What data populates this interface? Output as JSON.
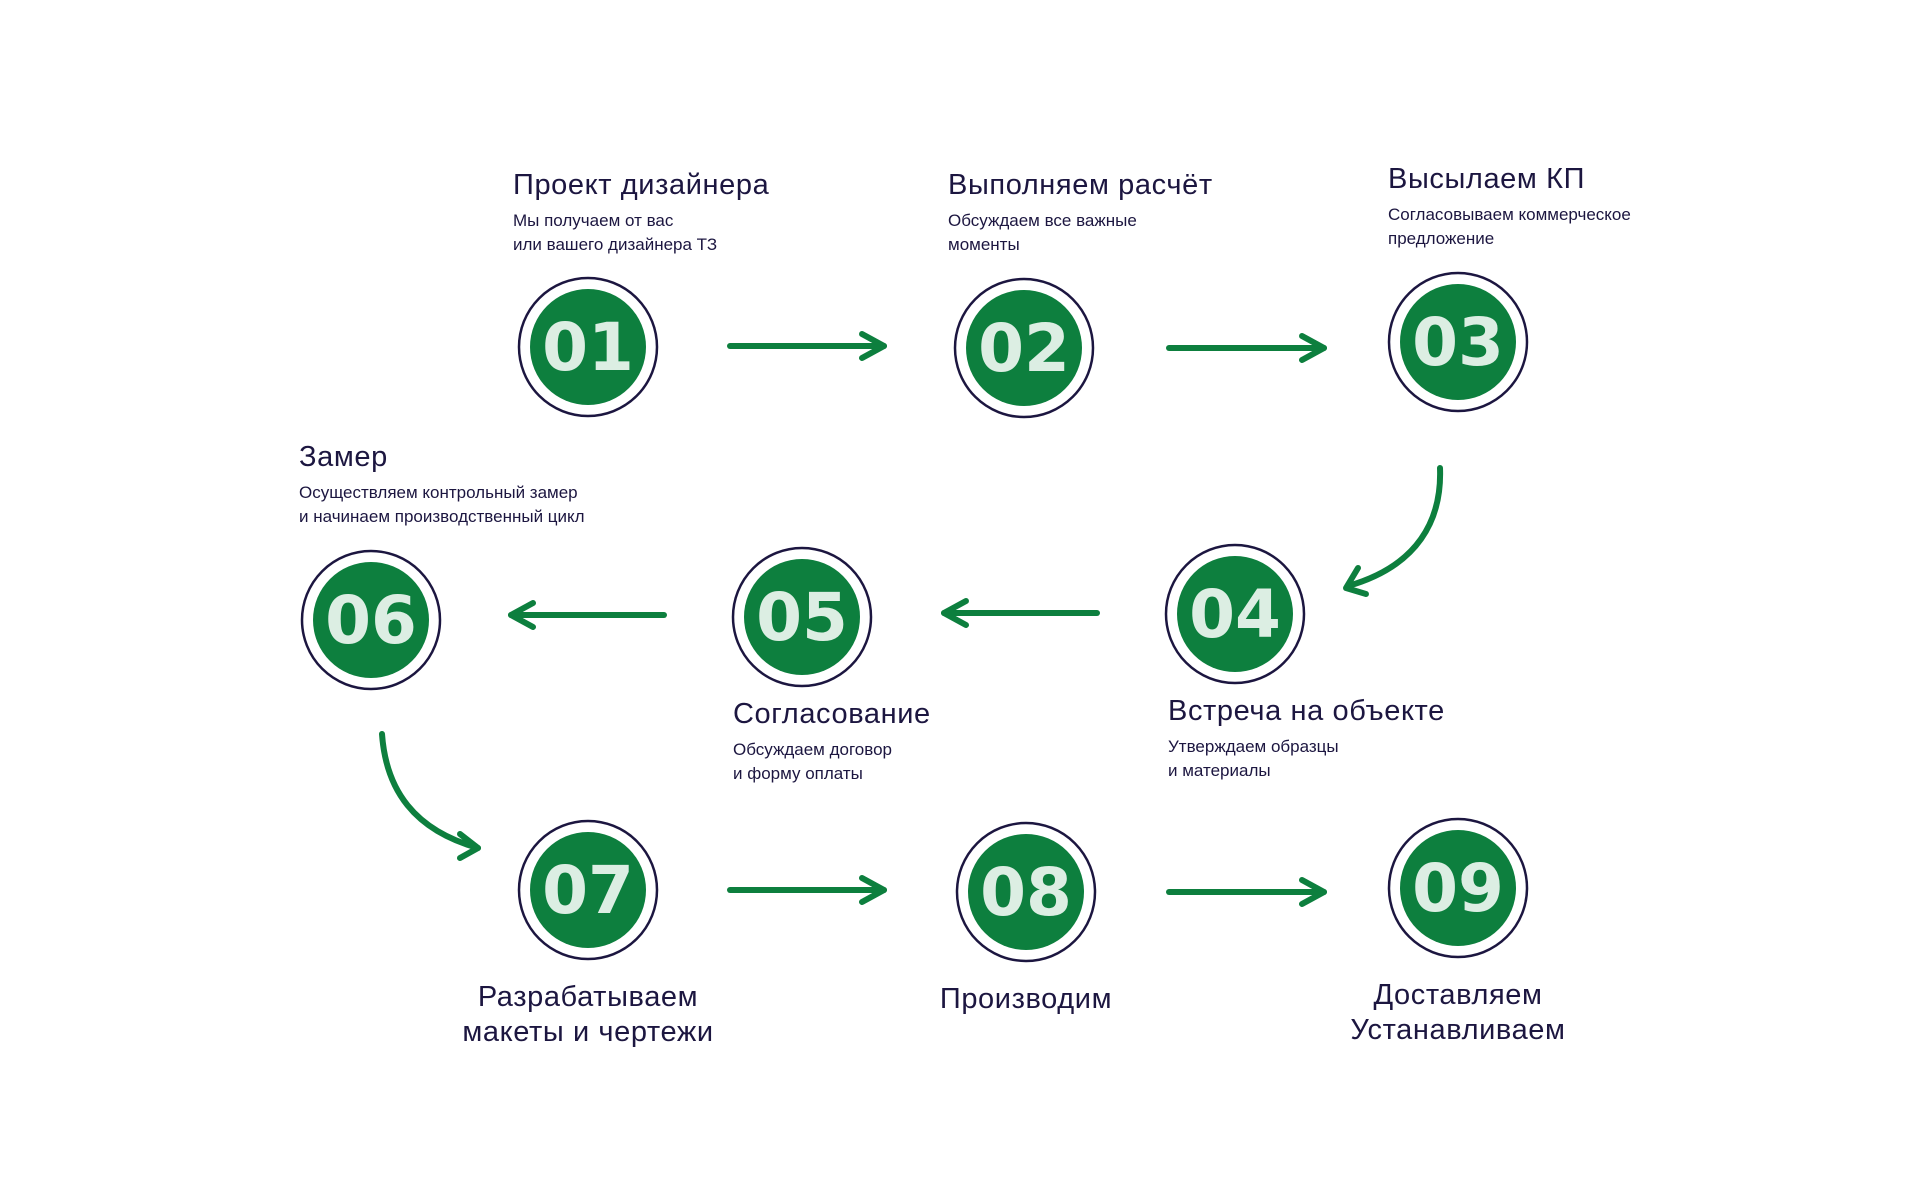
{
  "colors": {
    "accent": "#0d7f3e",
    "outline": "#1c1640",
    "number": "#dceee3",
    "text": "#1c1640"
  },
  "steps": [
    {
      "number": "01",
      "title": "Проект дизайнера",
      "desc": [
        "Мы получаем от вас",
        "или вашего дизайнера ТЗ"
      ]
    },
    {
      "number": "02",
      "title": "Выполняем расчёт",
      "desc": [
        "Обсуждаем все важные",
        "моменты"
      ]
    },
    {
      "number": "03",
      "title": "Высылаем КП",
      "desc": [
        "Согласовываем коммерческое",
        "предложение"
      ]
    },
    {
      "number": "04",
      "title": "Встреча на объекте",
      "desc": [
        "Утверждаем образцы",
        "и материалы"
      ]
    },
    {
      "number": "05",
      "title": "Согласование",
      "desc": [
        "Обсуждаем договор",
        "и форму оплаты"
      ]
    },
    {
      "number": "06",
      "title": "Замер",
      "desc": [
        "Осуществляем контрольный замер",
        "и начинаем производственный цикл"
      ]
    },
    {
      "number": "07",
      "title": [
        "Разрабатываем",
        "макеты и чертежи"
      ],
      "desc": []
    },
    {
      "number": "08",
      "title": "Производим",
      "desc": []
    },
    {
      "number": "09",
      "title": [
        "Доставляем",
        "Устанавливаем"
      ],
      "desc": []
    }
  ]
}
